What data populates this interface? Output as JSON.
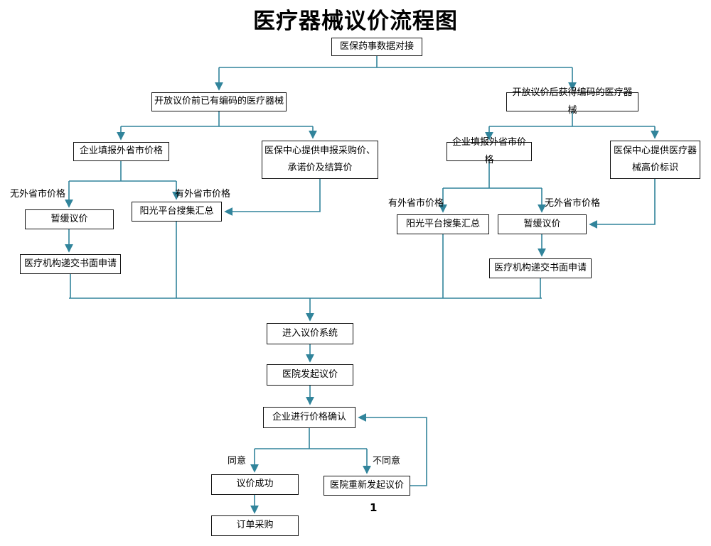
{
  "title": "医疗器械议价流程图",
  "page_number": "1",
  "colors": {
    "arrow": "#31849b",
    "box_border": "#141414",
    "box_fill": "#ffffff",
    "text": "#000000",
    "background": "#ffffff"
  },
  "nodes": {
    "data_link": "医保药事数据对接",
    "open_before": "开放议价前已有编码的医疗器械",
    "open_after": "开放议价后获得编码的医疗器械",
    "left_enterprise": "企业填报外省市价格",
    "left_center": "医保中心提供申报采购价、承诺价及结算价",
    "left_suspend": "暂缓议价",
    "left_collect": "阳光平台搜集汇总",
    "left_apply": "医疗机构递交书面申请",
    "right_enterprise": "企业填报外省市价格",
    "right_center": "医保中心提供医疗器械高价标识",
    "right_collect": "阳光平台搜集汇总",
    "right_suspend": "暂缓议价",
    "right_apply": "医疗机构递交书面申请",
    "enter_system": "进入议价系统",
    "hospital_initiate": "医院发起议价",
    "enterprise_confirm": "企业进行价格确认",
    "success": "议价成功",
    "hospital_reinitiate": "医院重新发起议价",
    "order": "订单采购"
  },
  "edge_labels": {
    "no_price_left": "无外省市价格",
    "has_price_left": "有外省市价格",
    "has_price_right": "有外省市价格",
    "no_price_right": "无外省市价格",
    "agree": "同意",
    "disagree": "不同意"
  }
}
